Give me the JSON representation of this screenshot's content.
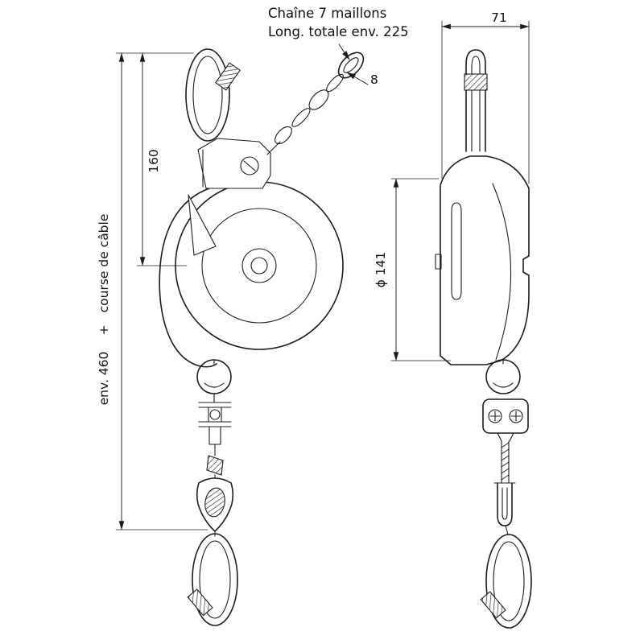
{
  "note": {
    "line1": "Chaîne 7 maillons",
    "line2": "Long. totale env. 225"
  },
  "dimensions": {
    "chain_thickness": "8",
    "side_width": "71",
    "upper_height": "160",
    "total_travel_part1": "env. 460",
    "total_travel_plus": "+",
    "total_travel_part2": "course de câble",
    "drum_diameter": "ϕ 141"
  },
  "colors": {
    "line": "#1c1c1c",
    "background": "#ffffff"
  }
}
